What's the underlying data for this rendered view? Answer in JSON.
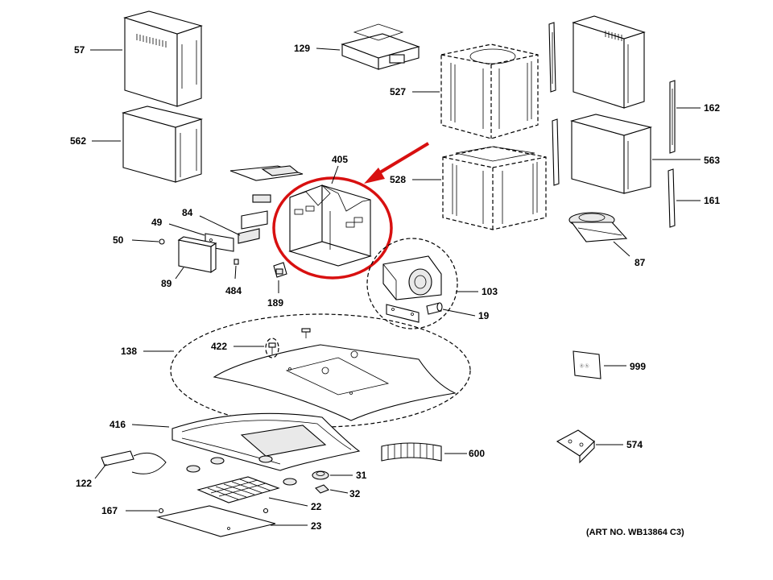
{
  "labels": {
    "l57": "57",
    "l562": "562",
    "l129": "129",
    "l527": "527",
    "l528": "528",
    "l405": "405",
    "l162": "162",
    "l563": "563",
    "l161": "161",
    "l87": "87",
    "l49": "49",
    "l84": "84",
    "l50": "50",
    "l89": "89",
    "l484": "484",
    "l189": "189",
    "l103": "103",
    "l19": "19",
    "l138": "138",
    "l422": "422",
    "l999": "999",
    "l416": "416",
    "l600": "600",
    "l574": "574",
    "l122": "122",
    "l31": "31",
    "l32": "32",
    "l167": "167",
    "l22": "22",
    "l23": "23"
  },
  "art_number": "(ART NO. WB13864 C3)",
  "manual_text": "ⓖ ⓗ",
  "highlight_color": "#d81010"
}
